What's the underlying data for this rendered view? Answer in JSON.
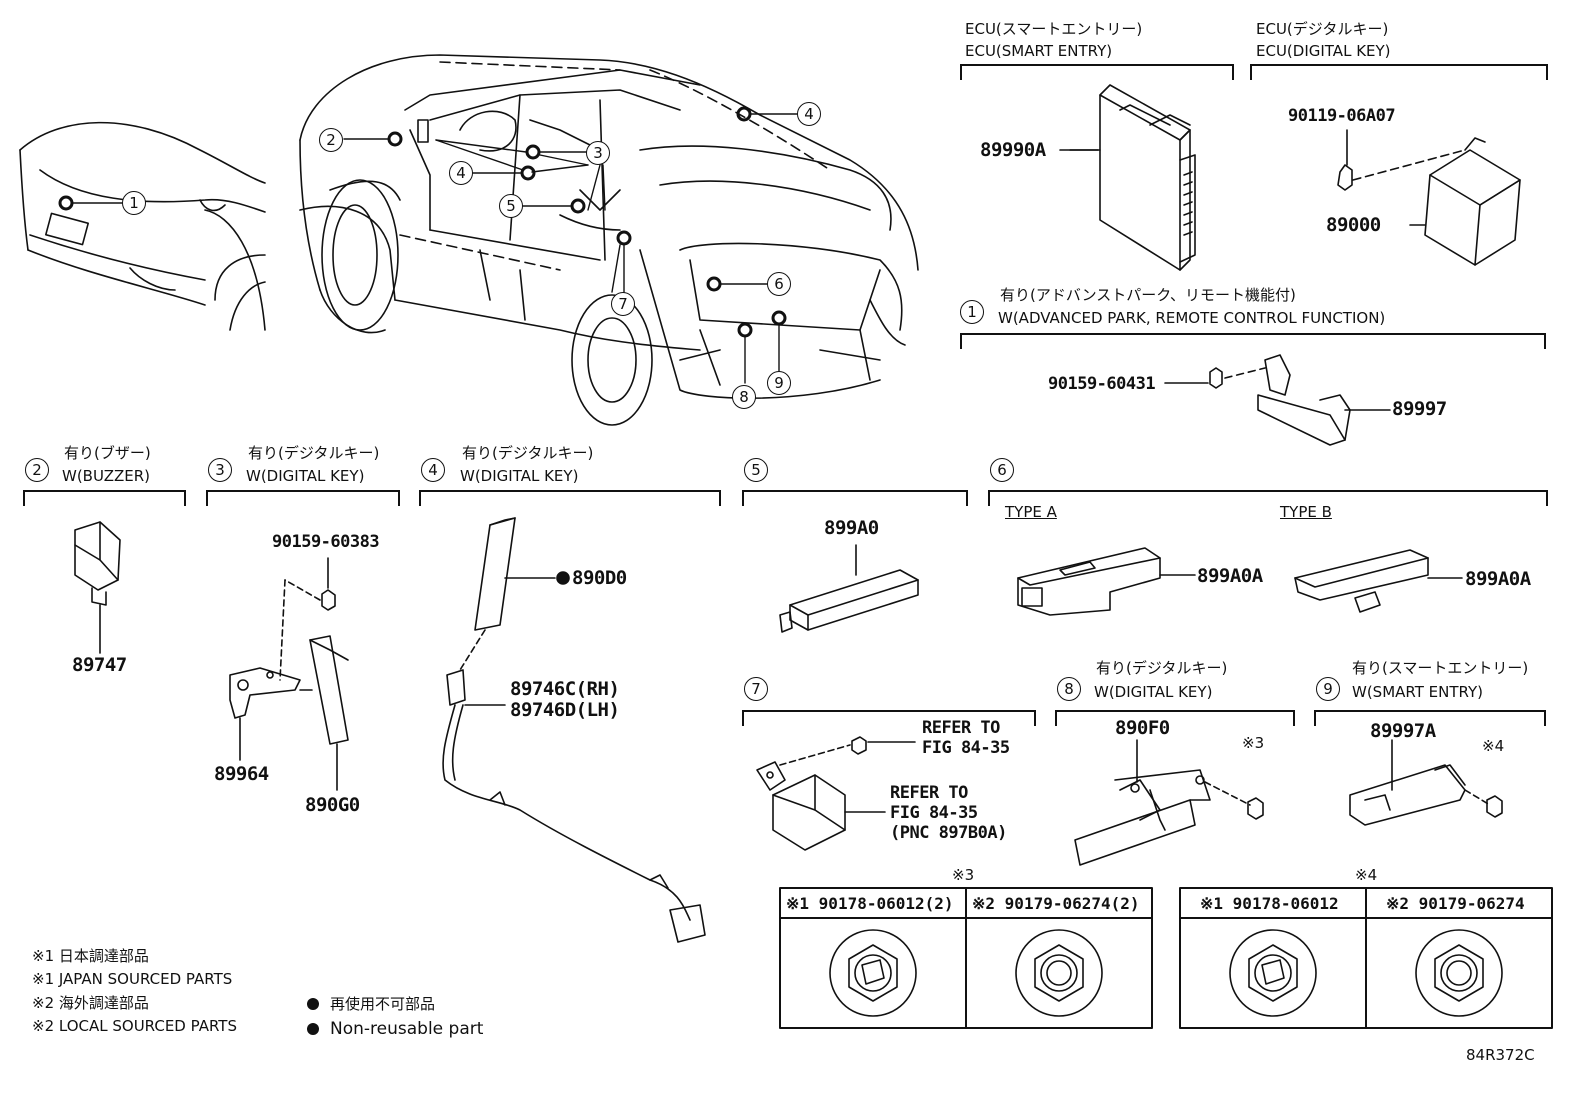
{
  "ecu_smart_entry": {
    "jp": "ECU(スマートエントリー)",
    "en": "ECU(SMART ENTRY)",
    "part": "89990A"
  },
  "ecu_digital_key": {
    "jp": "ECU(デジタルキー)",
    "en": "ECU(DIGITAL KEY)",
    "screw": "90119-06A07",
    "part": "89000"
  },
  "section1": {
    "num": "1",
    "jp": "有り(アドバンストパーク、リモート機能付)",
    "en": "W(ADVANCED PARK, REMOTE CONTROL FUNCTION)",
    "nut": "90159-60431",
    "part": "89997"
  },
  "section2": {
    "num": "2",
    "jp": "有り(ブザー)",
    "en": "W(BUZZER)",
    "part": "89747"
  },
  "section3": {
    "num": "3",
    "jp": "有り(デジタルキー)",
    "en": "W(DIGITAL KEY)",
    "screw": "90159-60383",
    "bracket": "89964",
    "antenna": "890G0"
  },
  "section4": {
    "num": "4",
    "jp": "有り(デジタルキー)",
    "en": "W(DIGITAL KEY)",
    "antenna": "890D0",
    "wire_rh": "89746C(RH)",
    "wire_lh": "89746D(LH)"
  },
  "section5": {
    "num": "5",
    "part": "899A0"
  },
  "section6": {
    "num": "6",
    "type_a": "TYPE A",
    "type_b": "TYPE B",
    "part_a": "899A0A",
    "part_b": "899A0A"
  },
  "section7": {
    "num": "7",
    "ref1_a": "REFER TO",
    "ref1_b": "FIG 84-35",
    "ref2_a": "REFER TO",
    "ref2_b": "FIG 84-35",
    "ref2_c": "(PNC 897B0A)"
  },
  "section8": {
    "num": "8",
    "jp": "有り(デジタルキー)",
    "en": "W(DIGITAL KEY)",
    "part": "890F0",
    "mark": "※3"
  },
  "section9": {
    "num": "9",
    "jp": "有り(スマートエントリー)",
    "en": "W(SMART ENTRY)",
    "part": "89997A",
    "mark": "※4"
  },
  "callouts": [
    "1",
    "2",
    "3",
    "4",
    "5",
    "6",
    "7",
    "8",
    "9"
  ],
  "table3": {
    "mark": "※3",
    "c1": "※1 90178-06012(2)",
    "c2": "※2 90179-06274(2)"
  },
  "table4": {
    "mark": "※4",
    "c1": "※1 90178-06012",
    "c2": "※2 90179-06274"
  },
  "legend": {
    "l1": "※1 日本調達部品",
    "l2": "※1 JAPAN SOURCED PARTS",
    "l3": "※2 海外調達部品",
    "l4": "※2 LOCAL SOURCED PARTS",
    "n1": "再使用不可部品",
    "n2": "Non-reusable part"
  },
  "figure_code": "84R372C"
}
